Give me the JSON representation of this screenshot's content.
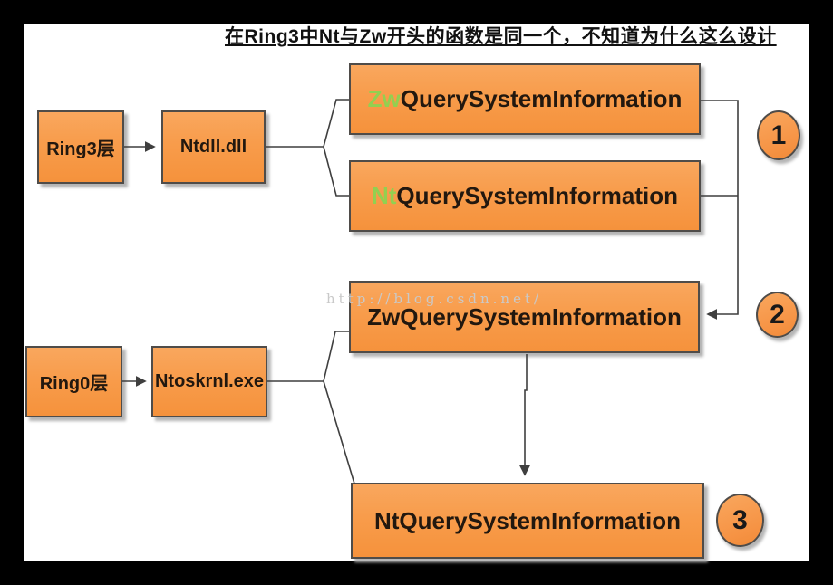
{
  "title": "在Ring3中Nt与Zw开头的函数是同一个，不知道为什么这么设计",
  "watermark": "http://blog.csdn.net/",
  "nodes": {
    "ring3": {
      "label": "Ring3层"
    },
    "ntdll": {
      "label": "Ntdll.dll"
    },
    "zw_user": {
      "prefix": "Zw",
      "rest": "QuerySystemInformation"
    },
    "nt_user": {
      "prefix": "Nt",
      "rest": "QuerySystemInformation"
    },
    "zw_kernel": {
      "label": "ZwQuerySystemInformation"
    },
    "ring0": {
      "label": "Ring0层"
    },
    "ntoskrnl": {
      "label": "Ntoskrnl.exe"
    },
    "nt_kernel": {
      "label": "NtQuerySystemInformation"
    }
  },
  "badges": {
    "one": "1",
    "two": "2",
    "three": "3"
  },
  "colors": {
    "box_fill_top": "#f9a75e",
    "box_fill_bottom": "#f5923c",
    "box_border": "#4f4c49",
    "green_prefix": "#92d050",
    "connector": "#3f3f3f",
    "watermark_gray": "#c9c9c9",
    "frame": "#000000",
    "canvas": "#ffffff"
  }
}
